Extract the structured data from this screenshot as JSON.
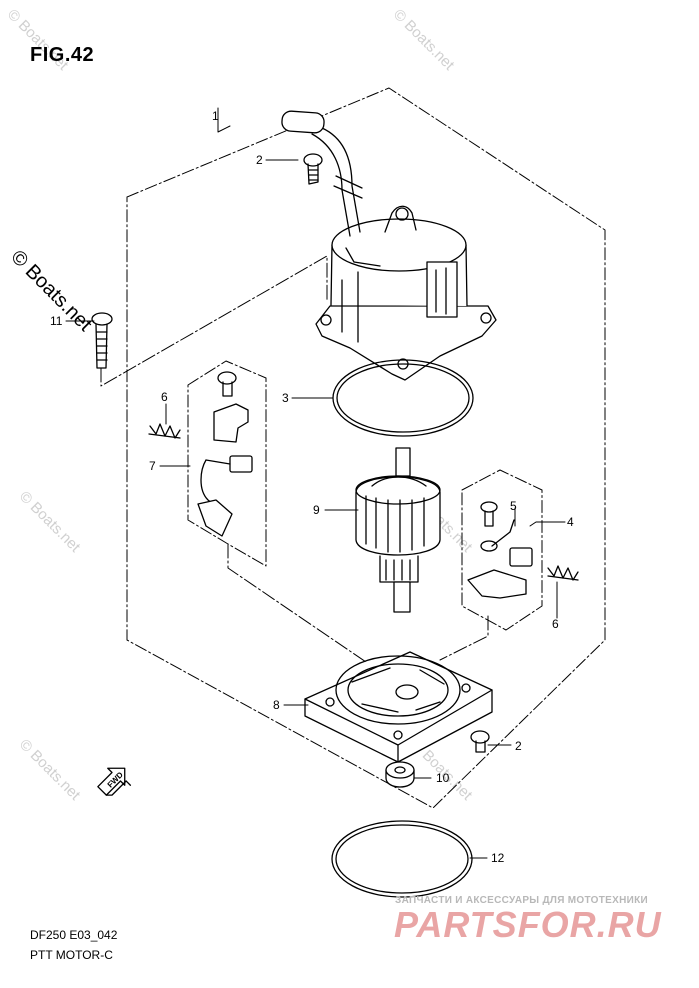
{
  "figure": {
    "title": "FIG.42",
    "model_code": "DF250 E03_042",
    "assembly_name": "PTT MOTOR-C"
  },
  "watermark": {
    "text": "© Boats.net"
  },
  "branding": {
    "tagline": "ЗАПЧАСТИ И АКСЕССУАРЫ ДЛЯ МОТОТЕХНИКИ",
    "logo_text": "PARTSFOR.RU",
    "logo_color": "#e9a5a5"
  },
  "direction_marker": {
    "label": "FWD"
  },
  "callouts": [
    {
      "id": "c1",
      "number": "1"
    },
    {
      "id": "c2a",
      "number": "2"
    },
    {
      "id": "c2b",
      "number": "2"
    },
    {
      "id": "c3",
      "number": "3"
    },
    {
      "id": "c4",
      "number": "4"
    },
    {
      "id": "c5",
      "number": "5"
    },
    {
      "id": "c6a",
      "number": "6"
    },
    {
      "id": "c6b",
      "number": "6"
    },
    {
      "id": "c7",
      "number": "7"
    },
    {
      "id": "c8",
      "number": "8"
    },
    {
      "id": "c9",
      "number": "9"
    },
    {
      "id": "c10",
      "number": "10"
    },
    {
      "id": "c11",
      "number": "11"
    },
    {
      "id": "c12",
      "number": "12"
    }
  ]
}
